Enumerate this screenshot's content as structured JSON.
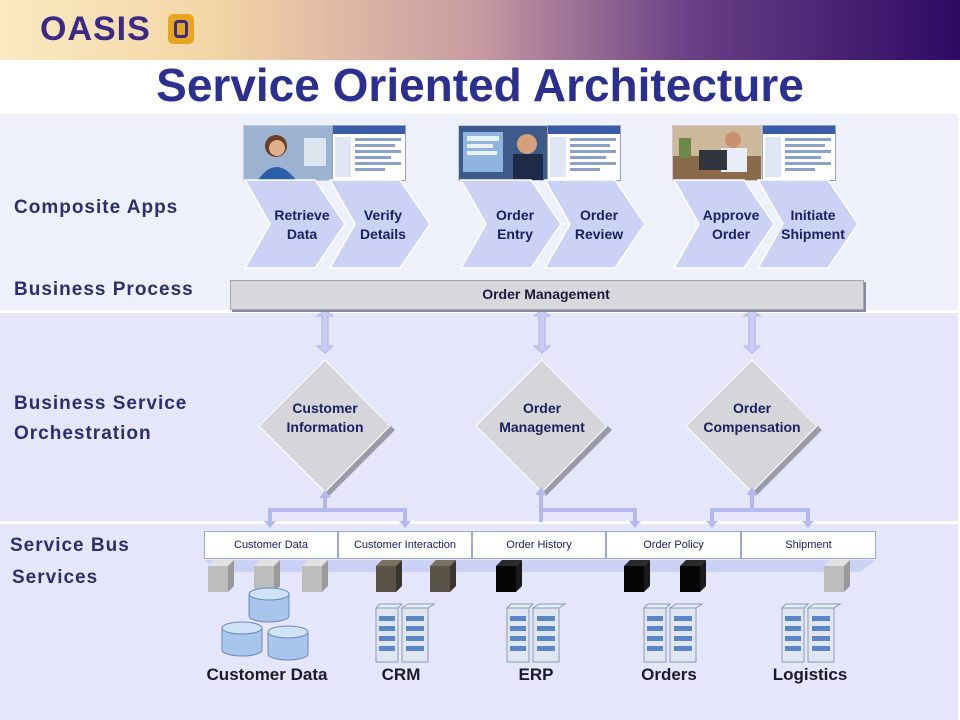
{
  "header": {
    "logo": "OASIS"
  },
  "title": "Service Oriented Architecture",
  "layers": {
    "composite": "Composite Apps",
    "process": "Business Process",
    "orchestration_line1": "Business Service",
    "orchestration_line2": "Orchestration",
    "bus_line1": "Service Bus",
    "bus_line2": "Services"
  },
  "steps": [
    {
      "line1": "Retrieve",
      "line2": "Data"
    },
    {
      "line1": "Verify",
      "line2": "Details"
    },
    {
      "line1": "Order",
      "line2": "Entry"
    },
    {
      "line1": "Order",
      "line2": "Review"
    },
    {
      "line1": "Approve",
      "line2": "Order"
    },
    {
      "line1": "Initiate",
      "line2": "Shipment"
    }
  ],
  "business_process": "Order Management",
  "orchestrations": [
    {
      "line1": "Customer",
      "line2": "Information"
    },
    {
      "line1": "Order",
      "line2": "Management"
    },
    {
      "line1": "Order",
      "line2": "Compensation"
    }
  ],
  "bus_services": [
    "Customer Data",
    "Customer Interaction",
    "Order History",
    "Order Policy",
    "Shipment"
  ],
  "systems": [
    "Customer Data",
    "CRM",
    "ERP",
    "Orders",
    "Logistics"
  ],
  "colors": {
    "title": "#2b2f8f",
    "chevron": "#ccd2f5",
    "diamond": "#d6d6da",
    "arrow": "#c9ccf4"
  }
}
